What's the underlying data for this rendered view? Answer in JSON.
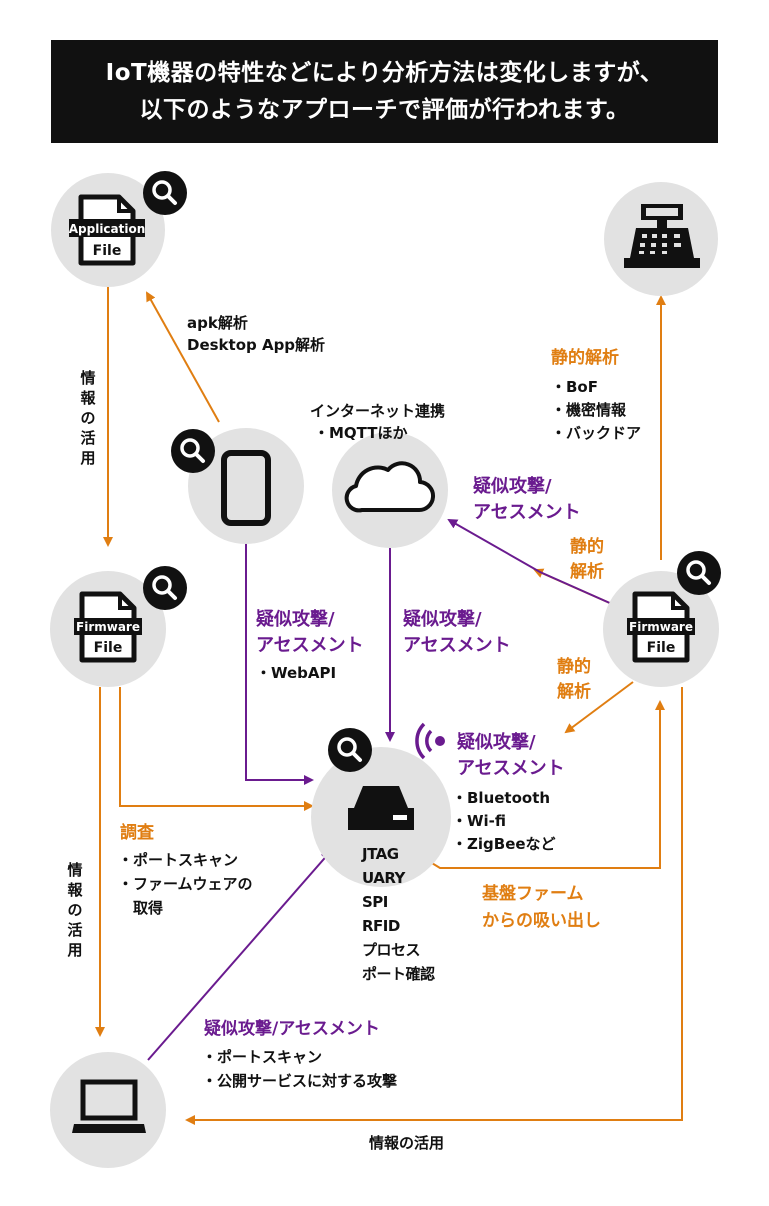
{
  "title": {
    "line1": "IoT機器の特性などにより分析方法は変化しますが、",
    "line2": "以下のようなアプローチで評価が行われます。"
  },
  "nodes": {
    "app_file": {
      "tag": "Application",
      "name": "File"
    },
    "firmware_left": {
      "tag": "Firmware",
      "name": "File"
    },
    "firmware_right": {
      "tag": "Firmware",
      "name": "File"
    },
    "cloud_title": "インターネット連携",
    "cloud_sub": "・MQTTほか",
    "device_list": [
      "JTAG",
      "UARY",
      "SPI",
      "RFID",
      "プロセス",
      "ポート確認"
    ]
  },
  "labels": {
    "apk_line1": "apk解析",
    "apk_line2": "Desktop App解析",
    "info_use_vertical": "情報の活用",
    "info_use_vertical_lower": "情報の活用",
    "info_use_bottom": "情報の活用",
    "static_analysis_title": "静的解析",
    "static_analysis_items": [
      "・BoF",
      "・機密情報",
      "・バックドア"
    ],
    "pseudo_attack_cloud": [
      "疑似攻撃/",
      "アセスメント"
    ],
    "static_upper": [
      "静的",
      "解析"
    ],
    "static_lower": [
      "静的",
      "解析"
    ],
    "pseudo_attack_phone": [
      "疑似攻撃/",
      "アセスメント"
    ],
    "phone_webapi": "・WebAPI",
    "pseudo_attack_center": [
      "疑似攻撃/",
      "アセスメント"
    ],
    "pseudo_attack_wireless": [
      "疑似攻撃/",
      "アセスメント"
    ],
    "wireless_items": [
      "・Bluetooth",
      "・Wi-fi",
      "・ZigBeeなど"
    ],
    "survey_title": "調査",
    "survey_items": [
      "・ポートスキャン",
      "・ファームウェアの",
      "　取得"
    ],
    "board_firmware": [
      "基盤ファーム",
      "からの吸い出し"
    ],
    "laptop_attack_title": "疑似攻撃/アセスメント",
    "laptop_attack_items": [
      "・ポートスキャン",
      "・公開サービスに対する攻撃"
    ]
  },
  "colors": {
    "circle": "#e2e2e2",
    "orange": "#e07e12",
    "purple": "#6a1b8f",
    "dark": "#111111"
  },
  "icons": [
    "search-icon",
    "file-icon",
    "cash-register-icon",
    "smartphone-icon",
    "cloud-icon",
    "router-icon",
    "wireless-icon",
    "laptop-icon"
  ]
}
